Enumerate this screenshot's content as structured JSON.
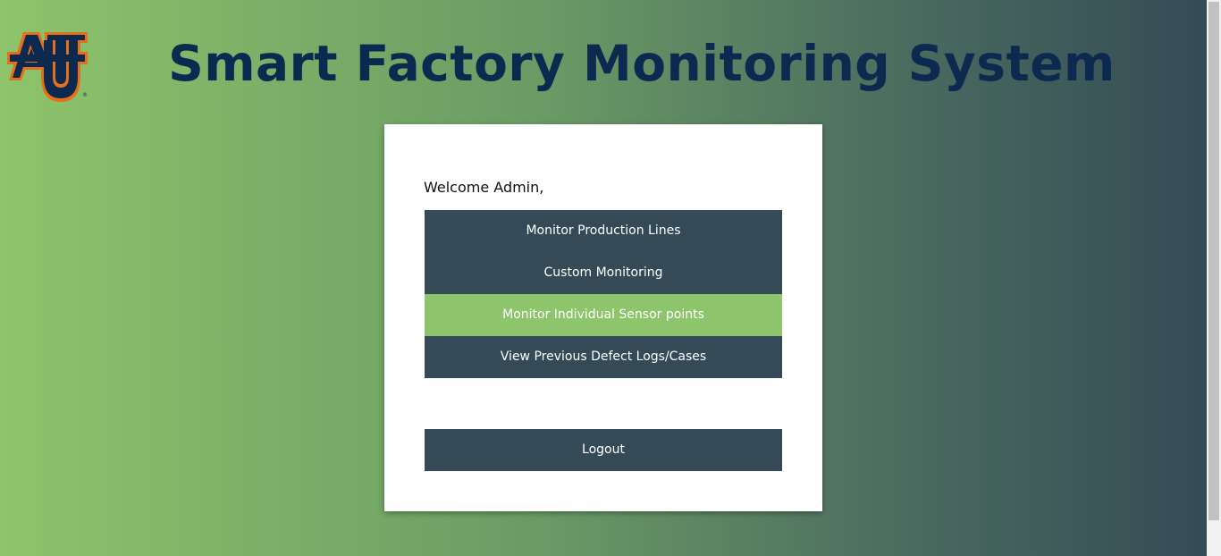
{
  "header": {
    "title": "Smart Factory Monitoring System",
    "logo_icon": "au-logo-icon"
  },
  "card": {
    "welcome": "Welcome Admin,",
    "menu": [
      {
        "label": "Monitor Production Lines",
        "active": false
      },
      {
        "label": "Custom Monitoring",
        "active": false
      },
      {
        "label": "Monitor Individual Sensor points",
        "active": true
      },
      {
        "label": "View Previous Defect Logs/Cases",
        "active": false
      }
    ],
    "logout": "Logout"
  },
  "colors": {
    "title": "#0c2a4f",
    "button": "#344b57",
    "button_active": "#8ec46b",
    "logo_navy": "#0c2a4f",
    "logo_orange": "#e86f1a"
  }
}
